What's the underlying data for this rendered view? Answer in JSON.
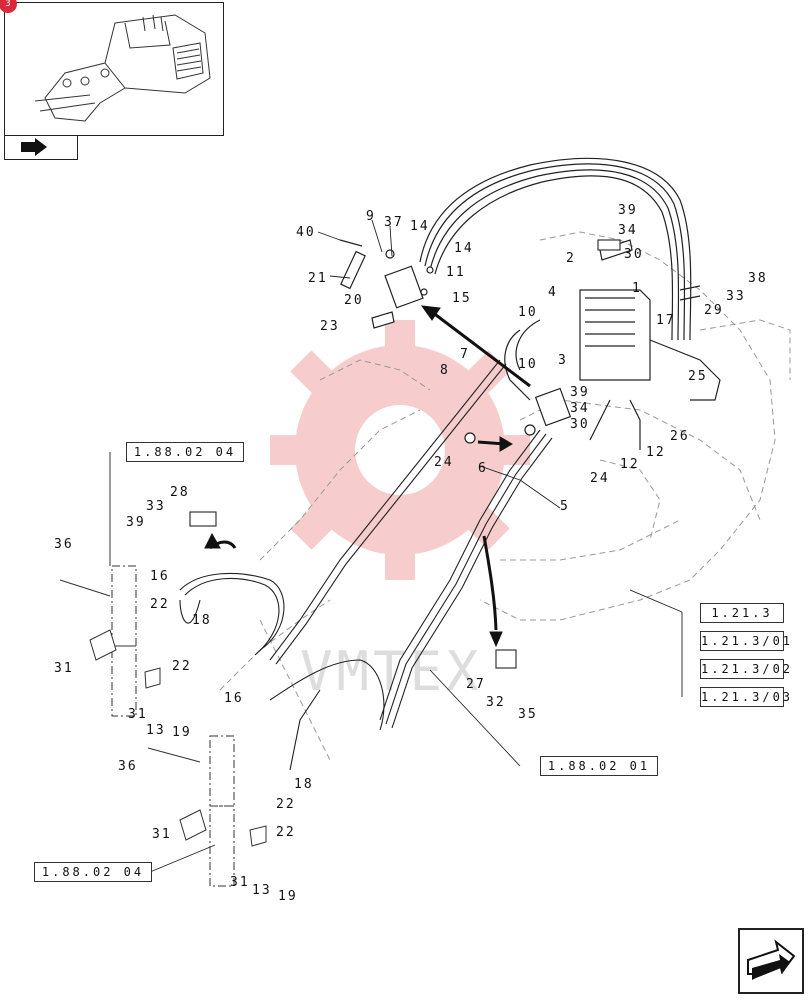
{
  "watermark": {
    "text": "VMTEX",
    "color": "#e23a3a"
  },
  "thumbnail": {
    "badge": "3"
  },
  "refs": {
    "left_top": "1.88.02 04",
    "left_bottom": "1.88.02 04",
    "center": "1.88.02 01",
    "right_1": "1.21.3",
    "right_2": "1.21.3/01",
    "right_3": "1.21.3/02",
    "right_4": "1.21.3/03"
  },
  "labels": {
    "n40": "40",
    "n9": "9",
    "n37": "37",
    "n14a": "14",
    "n14b": "14",
    "n21": "21",
    "n11": "11",
    "n20": "20",
    "n15": "15",
    "n23": "23",
    "n39a": "39",
    "n34a": "34",
    "n2": "2",
    "n30a": "30",
    "n38": "38",
    "n33a": "33",
    "n29": "29",
    "n4": "4",
    "n1": "1",
    "n17": "17",
    "n10a": "10",
    "n10b": "10",
    "n3": "3",
    "n7": "7",
    "n8": "8",
    "n39b": "39",
    "n34b": "34",
    "n30b": "30",
    "n25": "25",
    "n26": "26",
    "n12a": "12",
    "n12b": "12",
    "n24a": "24",
    "n24b": "24",
    "n6": "6",
    "n5": "5",
    "n28": "28",
    "n33b": "33",
    "n39c": "39",
    "n36a": "36",
    "n16a": "16",
    "n22a": "22",
    "n18a": "18",
    "n31a": "31",
    "n22b": "22",
    "n31b": "31",
    "n13a": "13",
    "n19a": "19",
    "n16b": "16",
    "n27": "27",
    "n32": "32",
    "n35": "35",
    "n36b": "36",
    "n18b": "18",
    "n22c": "22",
    "n31c": "31",
    "n22d": "22",
    "n31d": "31",
    "n13b": "13",
    "n19b": "19"
  }
}
